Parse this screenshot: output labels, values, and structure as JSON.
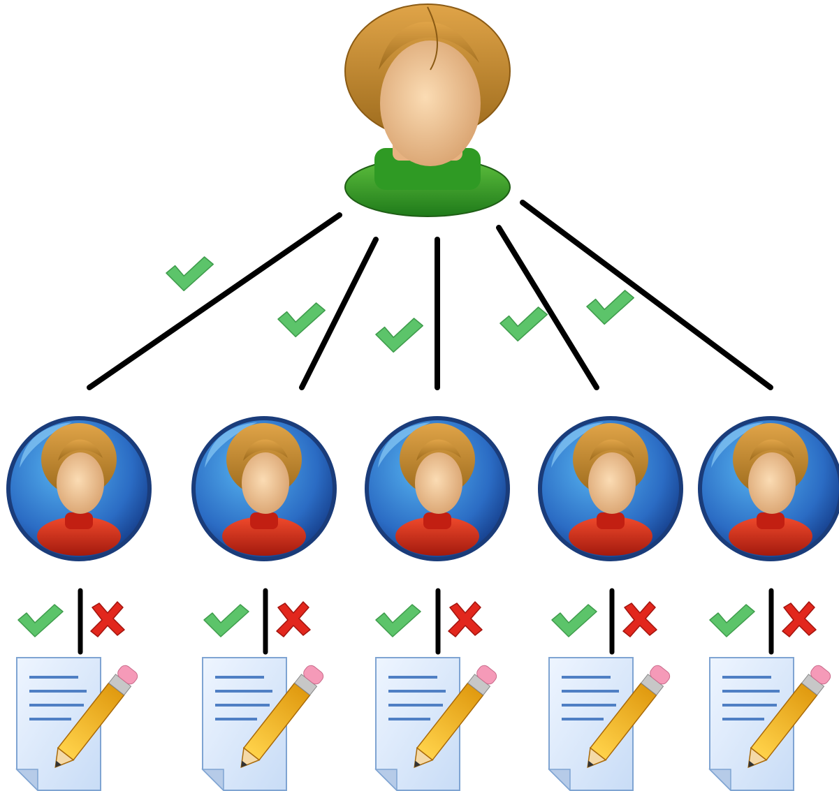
{
  "diagram": {
    "manager": {
      "icon": "manager-avatar-icon"
    },
    "connectors": [
      {
        "target": 1,
        "approved": true
      },
      {
        "target": 2,
        "approved": true
      },
      {
        "target": 3,
        "approved": true
      },
      {
        "target": 4,
        "approved": true
      },
      {
        "target": 5,
        "approved": true
      }
    ],
    "members": [
      {
        "icon": "user-avatar-icon",
        "accept_icon": "check-icon",
        "reject_icon": "cross-icon",
        "document_icon": "document-pencil-icon"
      },
      {
        "icon": "user-avatar-icon",
        "accept_icon": "check-icon",
        "reject_icon": "cross-icon",
        "document_icon": "document-pencil-icon"
      },
      {
        "icon": "user-avatar-icon",
        "accept_icon": "check-icon",
        "reject_icon": "cross-icon",
        "document_icon": "document-pencil-icon"
      },
      {
        "icon": "user-avatar-icon",
        "accept_icon": "check-icon",
        "reject_icon": "cross-icon",
        "document_icon": "document-pencil-icon"
      },
      {
        "icon": "user-avatar-icon",
        "accept_icon": "check-icon",
        "reject_icon": "cross-icon",
        "document_icon": "document-pencil-icon"
      }
    ],
    "colors": {
      "line": "#000000",
      "check": "#5cc46a",
      "cross": "#e2271d",
      "hair": "#c08a2a",
      "skin": "#f1c89a",
      "manager_shirt": "#3a9a2a",
      "member_shirt": "#d62a18",
      "member_circle": "#2f6fcc",
      "paper": "#dbe9fb"
    }
  }
}
